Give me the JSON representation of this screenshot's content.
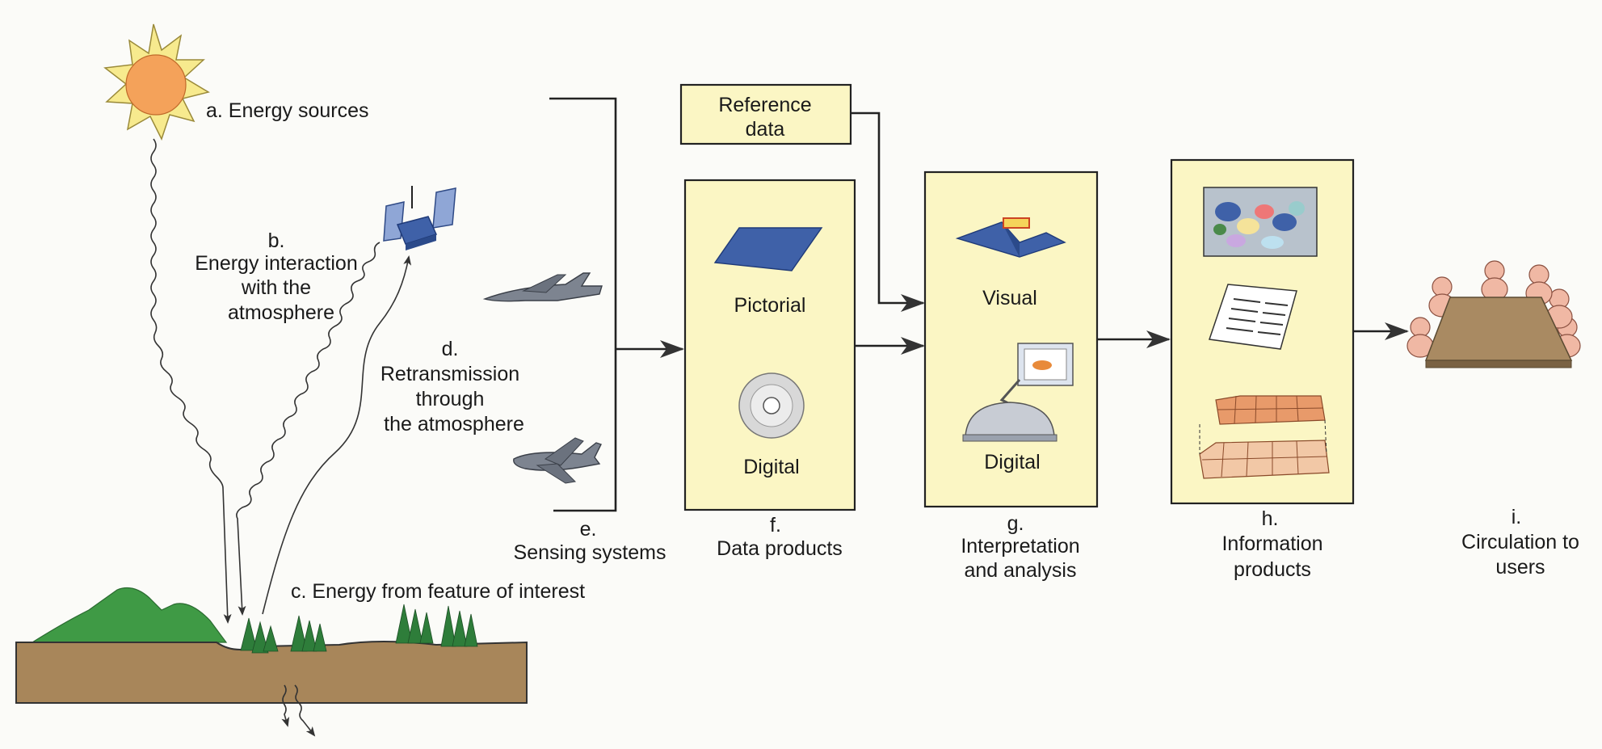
{
  "labels": {
    "energy_sources": "a. Energy sources",
    "interaction_b": "b.",
    "interaction_1": "Energy interaction",
    "interaction_2": "with the",
    "interaction_3": "atmosphere",
    "feature": "c. Energy from feature of interest",
    "retrans_d": "d.",
    "retrans_1": "Retransmission",
    "retrans_2": "through",
    "retrans_3": "the atmosphere",
    "sensing_e": "e.",
    "sensing_1": "Sensing systems",
    "data_f": "f.",
    "data_1": "Data products",
    "interp_g": "g.",
    "interp_1": "Interpretation",
    "interp_2": "and analysis",
    "info_h": "h.",
    "info_1": "Information",
    "info_2": "products",
    "users_i": "i.",
    "users_1": "Circulation to",
    "users_2": "users"
  },
  "boxes": {
    "reference_1": "Reference",
    "reference_2": "data",
    "pictorial": "Pictorial",
    "digital_f": "Digital",
    "visual": "Visual",
    "digital_g": "Digital"
  },
  "colors": {
    "box_fill": "#fbf6c4",
    "sun": "#f4a25a",
    "sun_rays": "#f7ea8e",
    "ground": "#a8865a",
    "hills": "#3f9a45",
    "trees": "#2e7d3a",
    "product_blue": "#3f61a8",
    "table": "#a98a62"
  },
  "icons": [
    "sun-icon",
    "satellite-icon",
    "jet-icon",
    "airplane-icon",
    "image-tile-icon",
    "disc-icon",
    "terrain-model-icon",
    "workstation-icon",
    "map-icon",
    "document-icon",
    "grid-layers-icon",
    "meeting-table-icon"
  ]
}
